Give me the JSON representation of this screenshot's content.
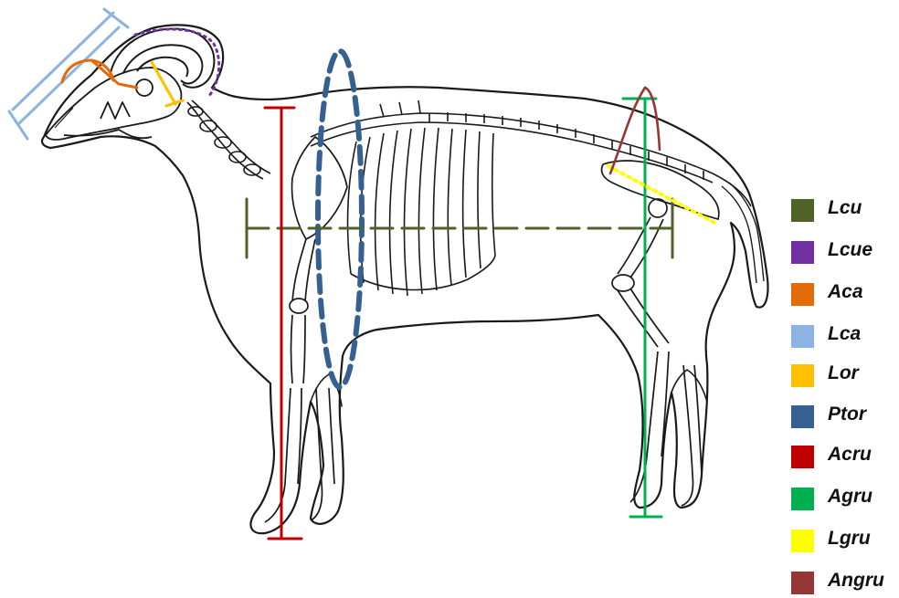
{
  "colors": {
    "Lcu": "#4f6228",
    "Lcue": "#7030a0",
    "Aca": "#e36c09",
    "Lca": "#8db3e2",
    "Lor": "#ffc000",
    "Ptor": "#376092",
    "Acru": "#c00000",
    "Agru": "#00b050",
    "Lgru": "#ffff00",
    "Angru": "#953735",
    "outline": "#1a1a1a"
  },
  "legend": [
    {
      "label": "Lcu",
      "color": "#4f6228"
    },
    {
      "label": "Lcue",
      "color": "#7030a0"
    },
    {
      "label": "Aca",
      "color": "#e36c09"
    },
    {
      "label": "Lca",
      "color": "#8db3e2"
    },
    {
      "label": "Lor",
      "color": "#ffc000"
    },
    {
      "label": "Ptor",
      "color": "#376092"
    },
    {
      "label": "Acru",
      "color": "#c00000"
    },
    {
      "label": "Agru",
      "color": "#00b050"
    },
    {
      "label": "Lgru",
      "color": "#ffff00"
    },
    {
      "label": "Angru",
      "color": "#953735"
    }
  ]
}
